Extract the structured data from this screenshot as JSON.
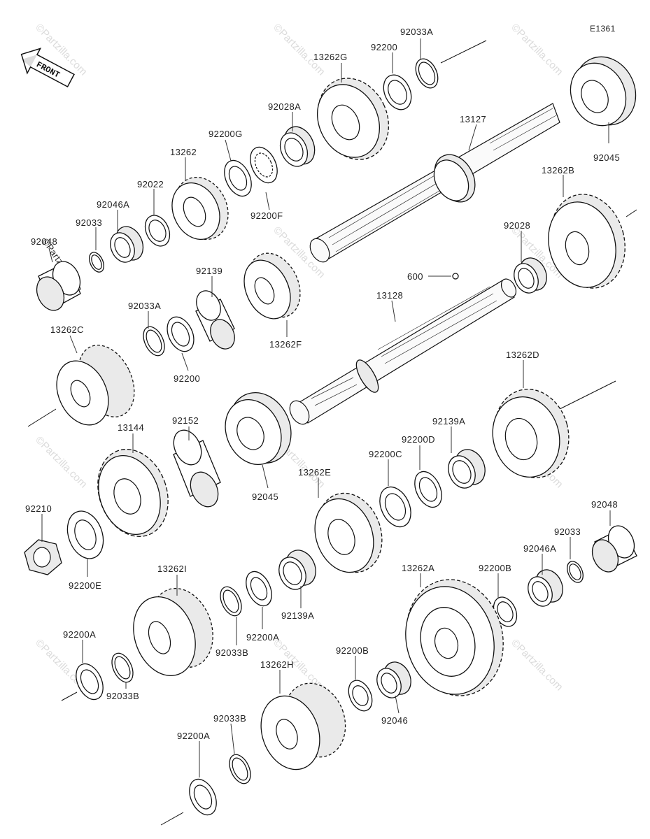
{
  "diagram": {
    "ref_code": "E1361",
    "front_label": "FRONT",
    "watermark": "©Partzilla.com",
    "parts": {
      "p92033A_top": "92033A",
      "p92200_top": "92200",
      "p13262G": "13262G",
      "p92028A": "92028A",
      "p92200G": "92200G",
      "p13262": "13262",
      "p92022": "92022",
      "p92046A_top": "92046A",
      "p92033_top": "92033",
      "p92048_top": "92048",
      "p92200F": "92200F",
      "p13127": "13127",
      "p92045_top": "92045",
      "p13262B": "13262B",
      "p92028": "92028",
      "p92139": "92139",
      "p13262F": "13262F",
      "p600": "600",
      "p13128": "13128",
      "p92033A_mid": "92033A",
      "p92200_mid": "92200",
      "p13262C": "13262C",
      "p13262D": "13262D",
      "p92139A_top": "92139A",
      "p92200D": "92200D",
      "p92200C": "92200C",
      "p13144": "13144",
      "p92152": "92152",
      "p92045_mid": "92045",
      "p13262E": "13262E",
      "p92210": "92210",
      "p92200E": "92200E",
      "p92048_right": "92048",
      "p92033_right": "92033",
      "p92046A_right": "92046A",
      "p92200B_right": "92200B",
      "p13262A": "13262A",
      "p13262I": "13262I",
      "p92139A_low": "92139A",
      "p92200A_mid": "92200A",
      "p92033B_mid": "92033B",
      "p92200A_left": "92200A",
      "p92033B_left": "92033B",
      "p13262H": "13262H",
      "p92200B_low": "92200B",
      "p92046": "92046",
      "p92033B_bot": "92033B",
      "p92200A_bot": "92200A"
    }
  }
}
